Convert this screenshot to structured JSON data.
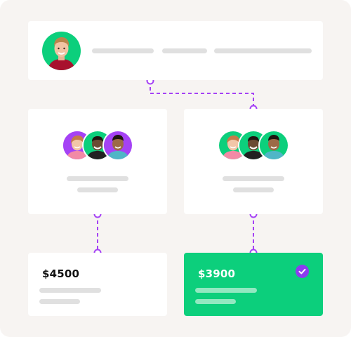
{
  "colors": {
    "background": "#f7f4f2",
    "card": "#ffffff",
    "selected_card": "#0ccf7c",
    "connector": "#a542f5",
    "check_badge": "#8c3cf0",
    "placeholder_bar": "#e0e0e0"
  },
  "top_card": {
    "avatar": "person-avatar"
  },
  "groups": [
    {
      "avatars": [
        "person-avatar",
        "person-avatar",
        "person-avatar"
      ]
    },
    {
      "avatars": [
        "person-avatar",
        "person-avatar",
        "person-avatar"
      ]
    }
  ],
  "offers": [
    {
      "price": "$4500",
      "selected": false
    },
    {
      "price": "$3900",
      "selected": true,
      "badge_icon": "check-icon"
    }
  ]
}
